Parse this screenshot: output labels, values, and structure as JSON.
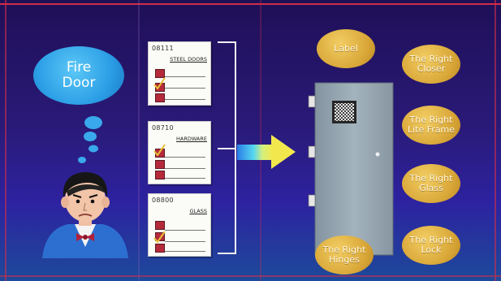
{
  "thought_bubble": {
    "line1": "Fire",
    "line2": "Door"
  },
  "spec_cards": [
    {
      "code": "08111",
      "title": "STEEL DOORS"
    },
    {
      "code": "08710",
      "title": "HARDWARE"
    },
    {
      "code": "08800",
      "title": "GLASS"
    }
  ],
  "requirements": [
    {
      "line1": "Label",
      "line2": ""
    },
    {
      "line1": "The Right",
      "line2": "Closer"
    },
    {
      "line1": "The Right",
      "line2": "Lite Frame"
    },
    {
      "line1": "The Right",
      "line2": "Glass"
    },
    {
      "line1": "The Right",
      "line2": "Hinges"
    },
    {
      "line1": "The Right",
      "line2": "Lock"
    }
  ],
  "colors": {
    "background_top": "#1f0f57",
    "background_bottom": "#1d4a9a",
    "bubble": "#2b9ee6",
    "oval": "#d8a637",
    "door": "#96a6b0",
    "checkbox": "#b52a3b",
    "checkmark": "#e8c23a"
  }
}
